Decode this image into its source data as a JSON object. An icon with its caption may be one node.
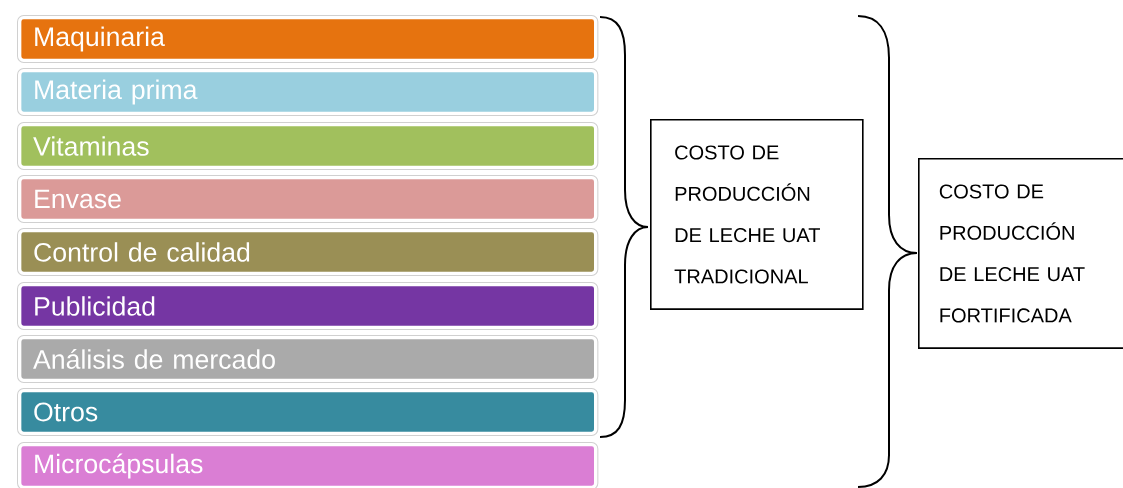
{
  "diagram": {
    "nodes": [
      {
        "text": [
          "Maquinaria"
        ]
      },
      {
        "text": [
          "Materia prima"
        ]
      },
      {
        "text": [
          "Vitaminas"
        ]
      },
      {
        "text": [
          "Envase"
        ]
      },
      {
        "text": [
          "Control de calidad"
        ]
      },
      {
        "text": [
          "Publicidad"
        ]
      },
      {
        "text": [
          "Análisis de mercado"
        ]
      },
      {
        "text": [
          "Otros"
        ]
      },
      {
        "text": [
          "Microcápsulas"
        ]
      },
      {
        "text": [
          "COSTO DE PRODUCCIÓN DE LECHE UAT TRADICIONAL"
        ]
      },
      {
        "text": [
          "COSTO DE PRODUCCIÓN DE LECHE UAT FORTIFICADA"
        ]
      }
    ]
  }
}
